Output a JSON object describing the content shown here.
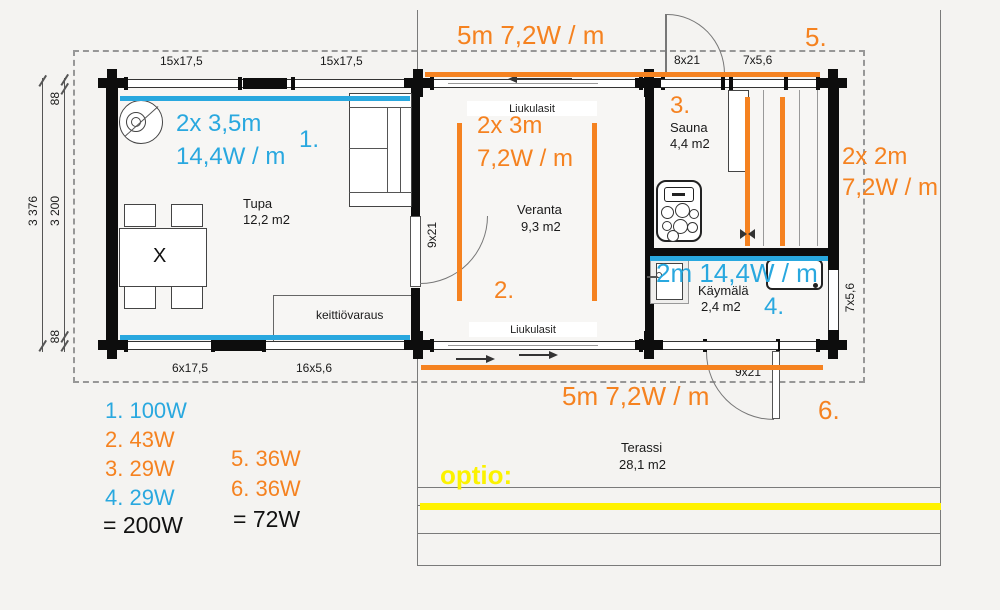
{
  "colors": {
    "cable_blue": "#29A8DF",
    "cable_orange": "#F58220",
    "option_yellow": "#FFF200",
    "wall_black": "#0d0d0d",
    "background": "#f4f3f1"
  },
  "rooms": {
    "tupa": {
      "name": "Tupa",
      "area": "12,2 m2"
    },
    "veranta": {
      "name": "Veranta",
      "area": "9,3 m2"
    },
    "sauna": {
      "name": "Sauna",
      "area": "4,4 m2"
    },
    "kaymala": {
      "name": "Käymälä",
      "area": "2,4 m2"
    },
    "terassi": {
      "name": "Terassi",
      "area": "28,1 m2"
    }
  },
  "cables": {
    "zone1": {
      "number": "1.",
      "spec_length": "2x 3,5m",
      "spec_power": "14,4W / m"
    },
    "zone2": {
      "number": "2.",
      "spec_length": "2x 3m",
      "spec_power": "7,2W / m"
    },
    "zone3": {
      "number": "3."
    },
    "zone4": {
      "number": "4.",
      "spec": "2m 14,4W / m"
    },
    "zone5": {
      "number": "5.",
      "spec": "5m 7,2W / m"
    },
    "zone6": {
      "number": "6.",
      "spec": "5m 7,2W / m"
    },
    "right_spec": {
      "spec_length": "2x 2m",
      "spec_power": "7,2W / m"
    },
    "option_label": "optio:"
  },
  "legend": {
    "group1": {
      "rows": [
        {
          "label": "1. 100W",
          "color": "blue"
        },
        {
          "label": "2. 43W",
          "color": "orange"
        },
        {
          "label": "3. 29W",
          "color": "orange"
        },
        {
          "label": "4. 29W",
          "color": "blue"
        }
      ],
      "total": "= 200W"
    },
    "group2": {
      "rows": [
        {
          "label": "5. 36W",
          "color": "orange"
        },
        {
          "label": "6. 36W",
          "color": "orange"
        }
      ],
      "total": "= 72W"
    }
  },
  "dimensions": {
    "top_windows": [
      "15x17,5",
      "15x17,5",
      "8x21",
      "7x5,6"
    ],
    "bottom_windows": [
      "6x17,5",
      "16x5,6"
    ],
    "bottom_door": "9x21",
    "interior_door": "9x21",
    "right_window": "7x5,6",
    "left_top": "88",
    "left_total": "3 376",
    "left_inner": "3 200",
    "left_bottom": "88"
  },
  "fixtures": {
    "sliding_door_top": "Liukulasit",
    "sliding_door_bottom": "Liukulasit",
    "kitchen_reservation": "keittiövaraus",
    "table_mark": "X"
  }
}
